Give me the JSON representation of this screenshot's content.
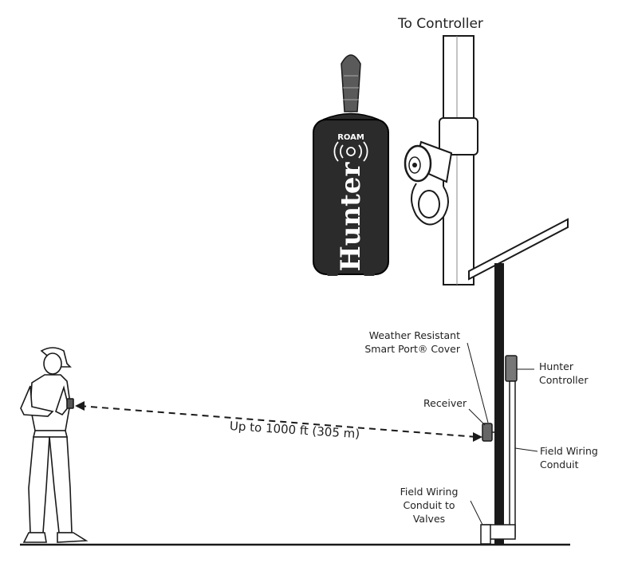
{
  "labels": {
    "to_controller": "To Controller",
    "smart_port_cover_line1": "Weather Resistant",
    "smart_port_cover_line2": "Smart Port® Cover",
    "hunter_controller_line1": "Hunter",
    "hunter_controller_line2": "Controller",
    "receiver": "Receiver",
    "range": "Up to 1000 ft (305 m)",
    "field_wiring_line1": "Field Wiring",
    "field_wiring_line2": "Conduit",
    "conduit_valves_line1": "Field Wiring",
    "conduit_valves_line2": "Conduit to",
    "conduit_valves_line3": "Valves"
  },
  "device": {
    "model_text": "ROAM",
    "brand_text": "Hunter"
  },
  "colors": {
    "line": "#1a1a1a",
    "device_body": "#2b2b2b",
    "background": "#ffffff"
  }
}
